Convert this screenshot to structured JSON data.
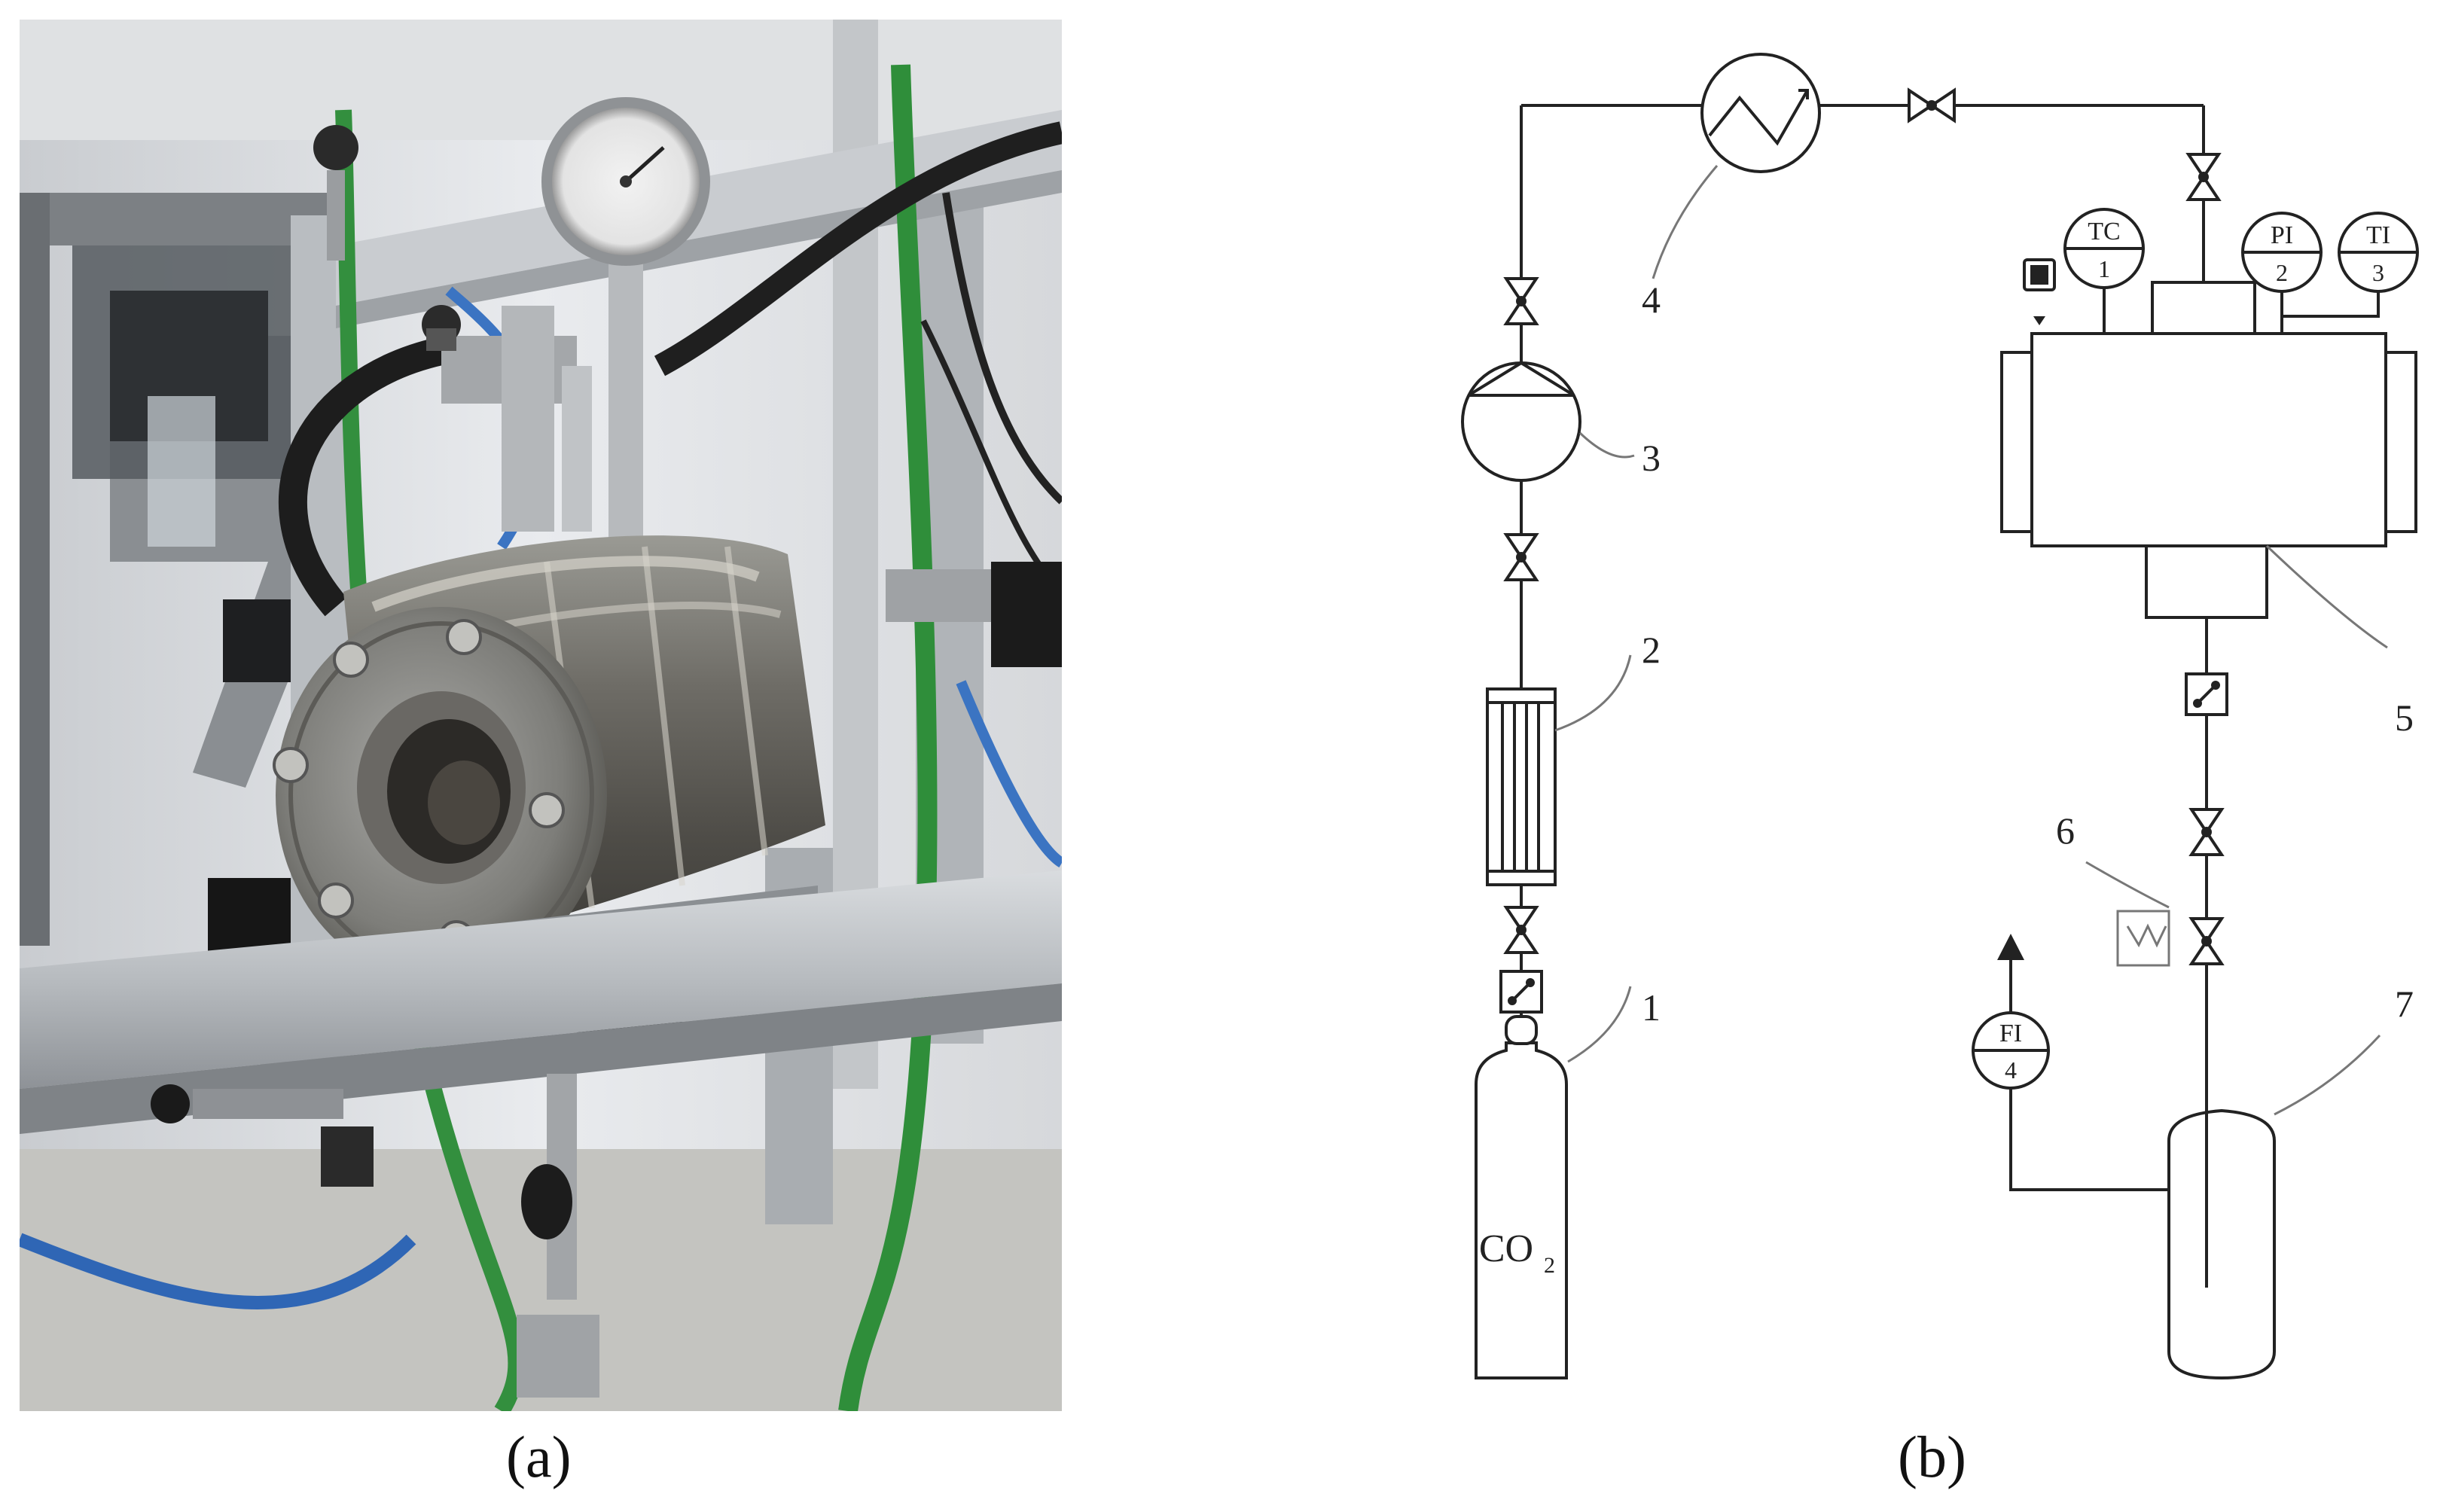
{
  "captions": {
    "a": "(a)",
    "b": "(b)"
  },
  "diagram": {
    "component_numbers": [
      "1",
      "2",
      "3",
      "4",
      "5",
      "6",
      "7"
    ],
    "gas_label": "CO",
    "gas_subscript": "2",
    "instruments": [
      {
        "tag": "TC",
        "num": "1"
      },
      {
        "tag": "PI",
        "num": "2"
      },
      {
        "tag": "TI",
        "num": "3"
      },
      {
        "tag": "FI",
        "num": "4"
      }
    ]
  }
}
